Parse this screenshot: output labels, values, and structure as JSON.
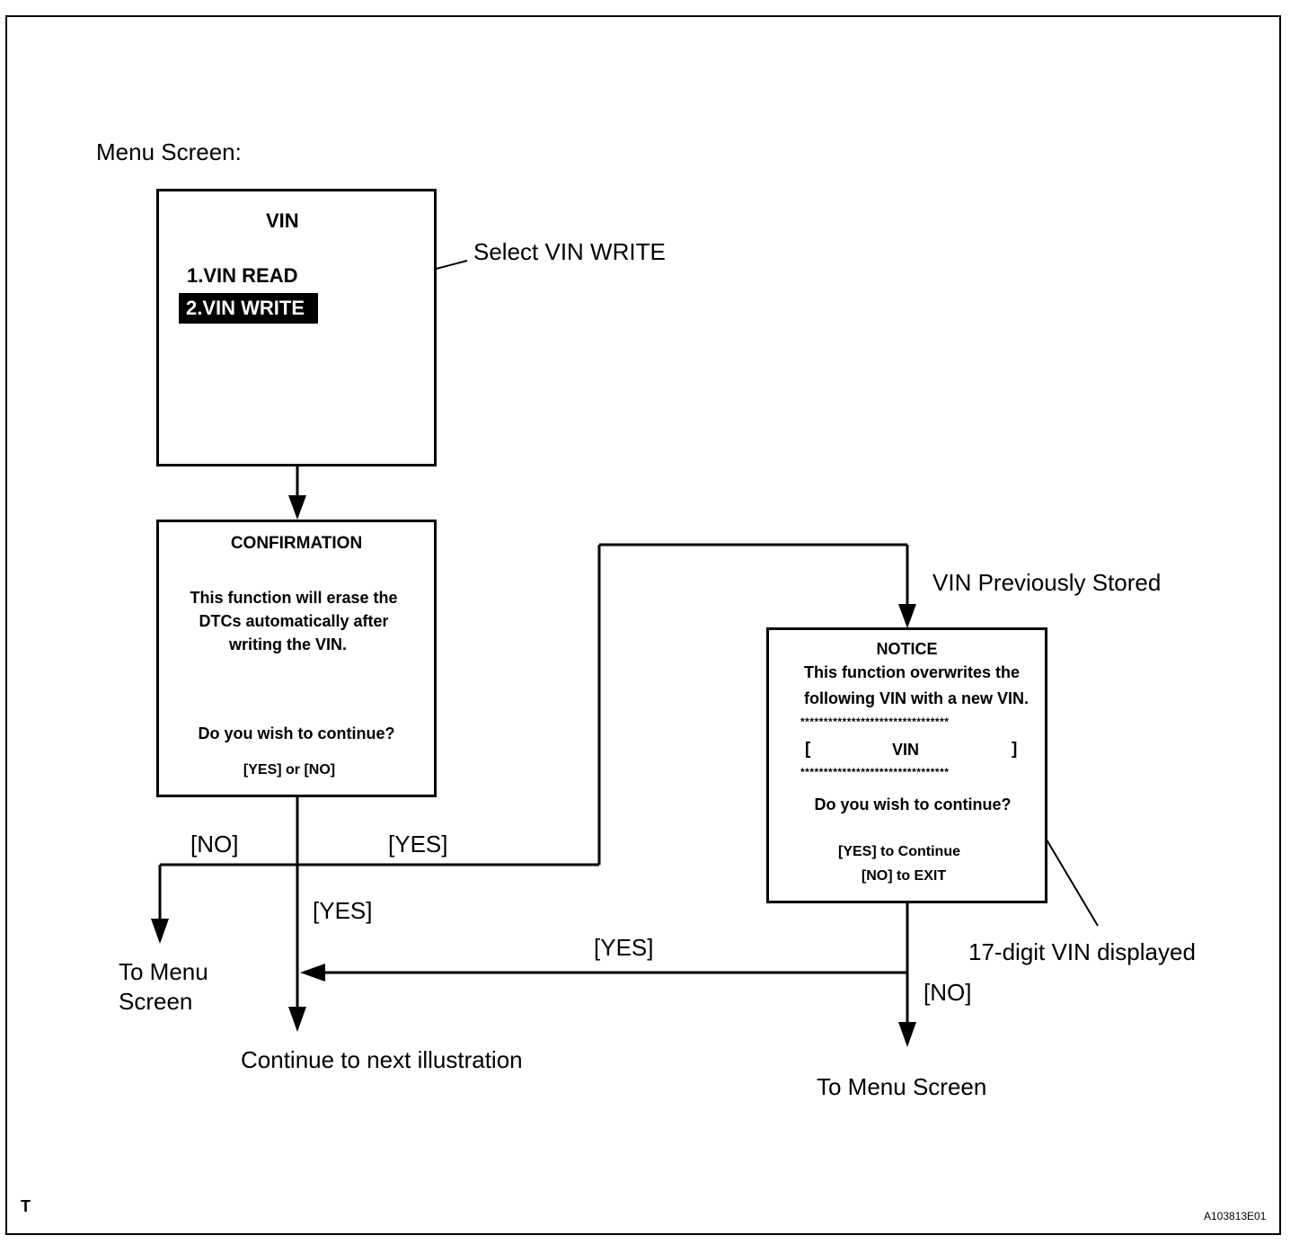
{
  "heading": "Menu Screen:",
  "vin_screen": {
    "title": "VIN",
    "item1": "1.VIN READ",
    "item2": "2.VIN WRITE"
  },
  "callout_select": "Select VIN WRITE",
  "confirmation": {
    "title": "CONFIRMATION",
    "line1": "This function will erase the",
    "line2": "DTCs automatically after",
    "line3": "writing the VIN.",
    "question": "Do you wish to continue?",
    "options": "[YES] or [NO]"
  },
  "label_vin_previously_stored": "VIN Previously Stored",
  "notice": {
    "title": "NOTICE",
    "line1": "This function overwrites the",
    "line2": "following VIN with a new VIN.",
    "stars1": "********************************",
    "bracket_open": "[",
    "vin": "VIN",
    "bracket_close": "]",
    "stars2": "********************************",
    "question": "Do you wish to continue?",
    "opt_yes": "[YES] to Continue",
    "opt_no": "[NO] to EXIT"
  },
  "label_no_left": "[NO]",
  "label_yes_branch": "[YES]",
  "label_yes_down": "[YES]",
  "label_yes_notice": "[YES]",
  "label_no_notice": "[NO]",
  "label_17digit": "17-digit VIN displayed",
  "to_menu_left_1": "To Menu",
  "to_menu_left_2": "Screen",
  "continue_next": "Continue to next illustration",
  "to_menu_right": "To Menu Screen",
  "corner_t": "T",
  "figure_id": "A103813E01"
}
